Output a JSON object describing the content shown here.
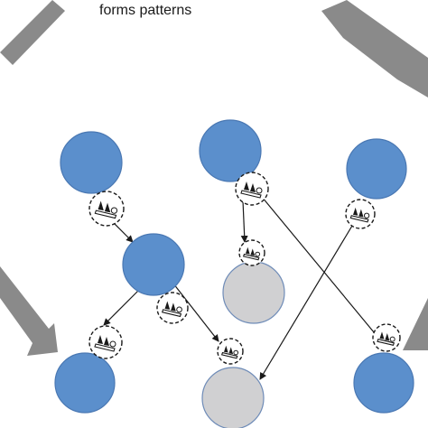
{
  "caption": "forms patterns",
  "colors": {
    "background": "#ffffff",
    "blue_node_fill": "#5b8fcc",
    "blue_node_stroke": "#4a78b3",
    "grey_node_fill": "#d0d0d2",
    "grey_node_stroke": "#6f8cb8",
    "big_arrow": "#8a8a8a",
    "edge": "#1a1a1a",
    "badge_border": "#1a1a1a",
    "badge_fill": "#ffffff",
    "badge_icon": "#1a1a1a"
  },
  "nodes": [
    {
      "id": "blue-node-1",
      "kind": "blue"
    },
    {
      "id": "blue-node-2",
      "kind": "blue"
    },
    {
      "id": "blue-node-3",
      "kind": "blue"
    },
    {
      "id": "blue-node-4",
      "kind": "blue"
    },
    {
      "id": "blue-node-5",
      "kind": "blue"
    },
    {
      "id": "blue-node-6",
      "kind": "blue"
    },
    {
      "id": "grey-node-1",
      "kind": "grey"
    },
    {
      "id": "grey-node-2",
      "kind": "grey"
    }
  ],
  "edges": [
    {
      "from": "blue-node-1",
      "to": "blue-node-4"
    },
    {
      "from": "blue-node-4",
      "to": "blue-node-5"
    },
    {
      "from": "blue-node-4",
      "to": "grey-node-2"
    },
    {
      "from": "blue-node-2",
      "to": "grey-node-1"
    },
    {
      "from": "blue-node-2",
      "to": "blue-node-6"
    },
    {
      "from": "blue-node-3",
      "to": "grey-node-2"
    }
  ],
  "badges": [
    {
      "id": "badge-a",
      "icon": "forklift-icon"
    },
    {
      "id": "badge-b",
      "icon": "forklift-icon"
    },
    {
      "id": "badge-c",
      "icon": "forklift-icon"
    },
    {
      "id": "badge-d",
      "icon": "forklift-icon"
    },
    {
      "id": "badge-e",
      "icon": "forklift-icon"
    },
    {
      "id": "badge-f",
      "icon": "forklift-icon"
    },
    {
      "id": "badge-g",
      "icon": "forklift-icon"
    },
    {
      "id": "badge-h",
      "icon": "forklift-icon"
    },
    {
      "id": "badge-i",
      "icon": "forklift-icon"
    }
  ],
  "arrows": [
    {
      "id": "arrow-top-left",
      "direction": "up-right"
    },
    {
      "id": "arrow-top-right",
      "direction": "up-left"
    },
    {
      "id": "arrow-bottom-left",
      "direction": "down-right"
    },
    {
      "id": "arrow-bottom-right",
      "direction": "up-right"
    }
  ]
}
